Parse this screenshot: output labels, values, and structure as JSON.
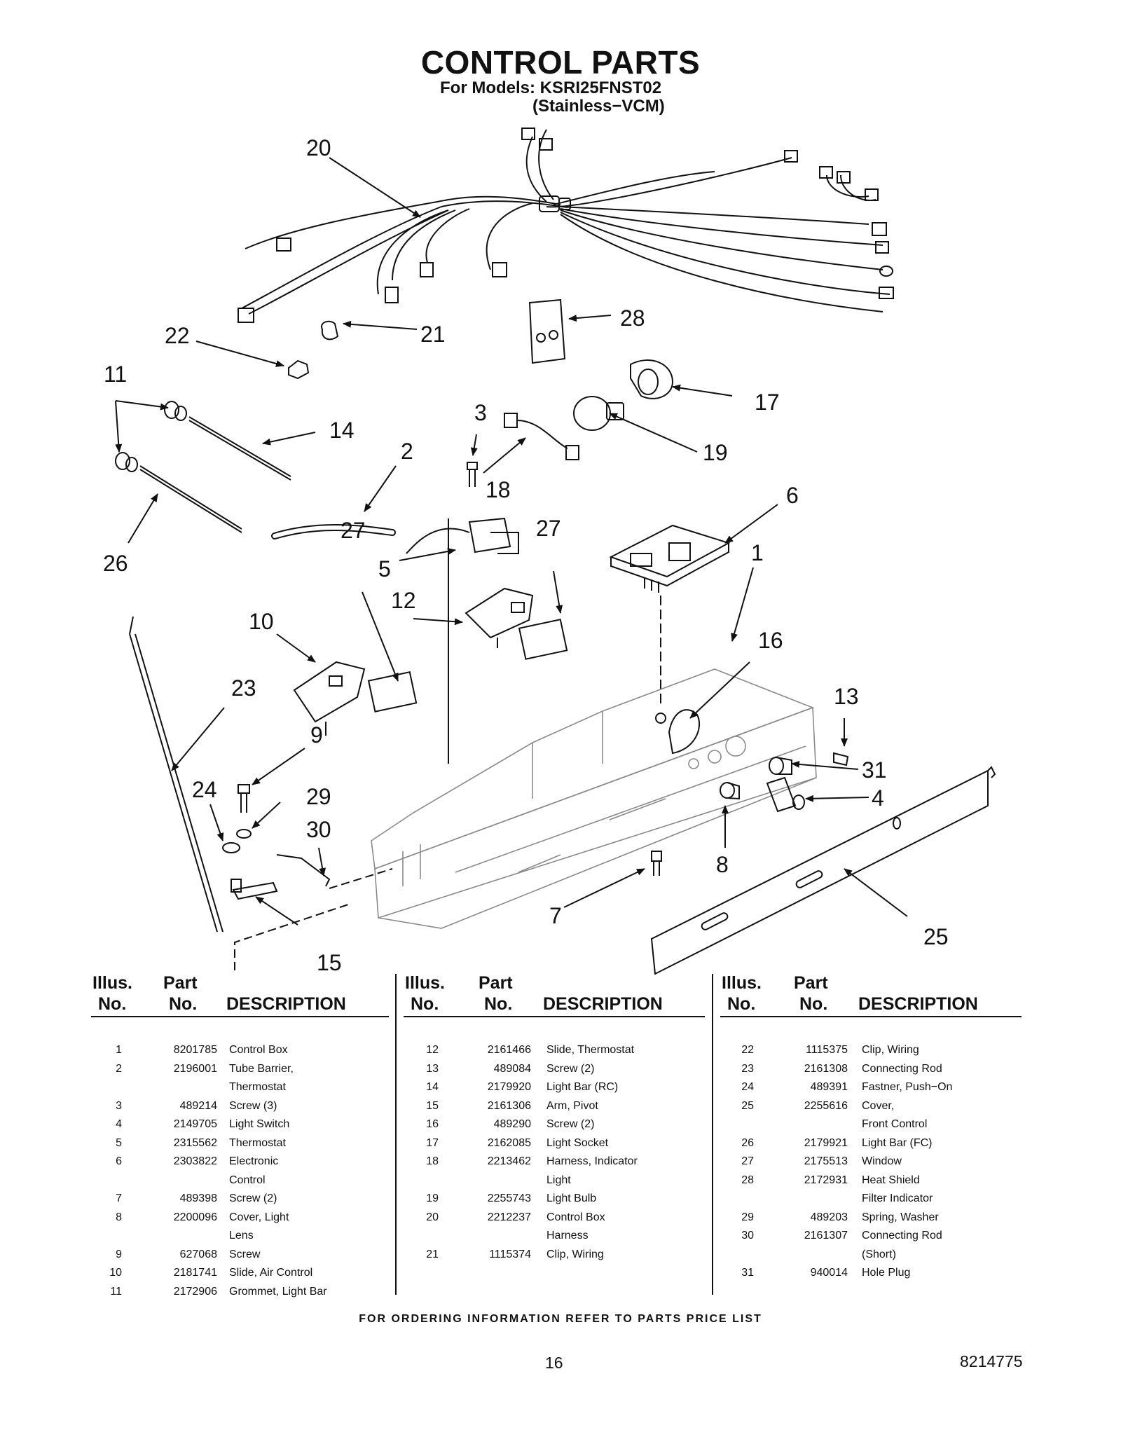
{
  "title": "CONTROL PARTS",
  "models_line1": "For Models: KSRI25FNST02",
  "models_line2": "(Stainless−VCM)",
  "diagram": {
    "callouts": [
      "20",
      "21",
      "22",
      "28",
      "11",
      "14",
      "3",
      "17",
      "19",
      "18",
      "2",
      "26",
      "6",
      "5",
      "27",
      "27",
      "12",
      "10",
      "1",
      "16",
      "23",
      "13",
      "9",
      "31",
      "24",
      "29",
      "4",
      "30",
      "8",
      "7",
      "15",
      "25"
    ]
  },
  "table": {
    "headers": {
      "illus": "Illus.",
      "no": "No.",
      "part": "Part",
      "part_no": "No.",
      "description": "DESCRIPTION"
    },
    "columns": [
      [
        {
          "illus": "1",
          "part": "8201785",
          "desc": [
            "Control Box"
          ]
        },
        {
          "illus": "2",
          "part": "2196001",
          "desc": [
            "Tube Barrier,",
            "Thermostat"
          ]
        },
        {
          "illus": "3",
          "part": "489214",
          "desc": [
            "Screw (3)"
          ]
        },
        {
          "illus": "4",
          "part": "2149705",
          "desc": [
            "Light Switch"
          ]
        },
        {
          "illus": "5",
          "part": "2315562",
          "desc": [
            "Thermostat"
          ]
        },
        {
          "illus": "6",
          "part": "2303822",
          "desc": [
            "Electronic",
            "Control"
          ]
        },
        {
          "illus": "7",
          "part": "489398",
          "desc": [
            "Screw (2)"
          ]
        },
        {
          "illus": "8",
          "part": "2200096",
          "desc": [
            "Cover, Light",
            "Lens"
          ]
        },
        {
          "illus": "9",
          "part": "627068",
          "desc": [
            "Screw"
          ]
        },
        {
          "illus": "10",
          "part": "2181741",
          "desc": [
            "Slide, Air Control"
          ]
        },
        {
          "illus": "11",
          "part": "2172906",
          "desc": [
            "Grommet, Light Bar"
          ]
        }
      ],
      [
        {
          "illus": "12",
          "part": "2161466",
          "desc": [
            "Slide, Thermostat"
          ]
        },
        {
          "illus": "13",
          "part": "489084",
          "desc": [
            "Screw (2)"
          ]
        },
        {
          "illus": "14",
          "part": "2179920",
          "desc": [
            "Light Bar (RC)"
          ]
        },
        {
          "illus": "15",
          "part": "2161306",
          "desc": [
            "Arm, Pivot"
          ]
        },
        {
          "illus": "16",
          "part": "489290",
          "desc": [
            "Screw (2)"
          ]
        },
        {
          "illus": "17",
          "part": "2162085",
          "desc": [
            "Light Socket"
          ]
        },
        {
          "illus": "18",
          "part": "2213462",
          "desc": [
            "Harness, Indicator",
            "Light"
          ]
        },
        {
          "illus": "19",
          "part": "2255743",
          "desc": [
            "Light Bulb"
          ]
        },
        {
          "illus": "20",
          "part": "2212237",
          "desc": [
            "Control Box",
            "Harness"
          ]
        },
        {
          "illus": "21",
          "part": "1115374",
          "desc": [
            "Clip, Wiring"
          ]
        }
      ],
      [
        {
          "illus": "22",
          "part": "1115375",
          "desc": [
            "Clip, Wiring"
          ]
        },
        {
          "illus": "23",
          "part": "2161308",
          "desc": [
            "Connecting Rod"
          ]
        },
        {
          "illus": "24",
          "part": "489391",
          "desc": [
            "Fastner, Push−On"
          ]
        },
        {
          "illus": "25",
          "part": "2255616",
          "desc": [
            "Cover,",
            "Front Control"
          ]
        },
        {
          "illus": "26",
          "part": "2179921",
          "desc": [
            "Light Bar (FC)"
          ]
        },
        {
          "illus": "27",
          "part": "2175513",
          "desc": [
            "Window"
          ]
        },
        {
          "illus": "28",
          "part": "2172931",
          "desc": [
            "Heat Shield",
            "Filter Indicator"
          ]
        },
        {
          "illus": "29",
          "part": "489203",
          "desc": [
            "Spring, Washer"
          ]
        },
        {
          "illus": "30",
          "part": "2161307",
          "desc": [
            "Connecting Rod",
            "(Short)"
          ]
        },
        {
          "illus": "31",
          "part": "940014",
          "desc": [
            "Hole Plug"
          ]
        }
      ]
    ]
  },
  "footer": "FOR ORDERING INFORMATION REFER TO PARTS PRICE LIST",
  "page_number": "16",
  "document_number": "8214775"
}
